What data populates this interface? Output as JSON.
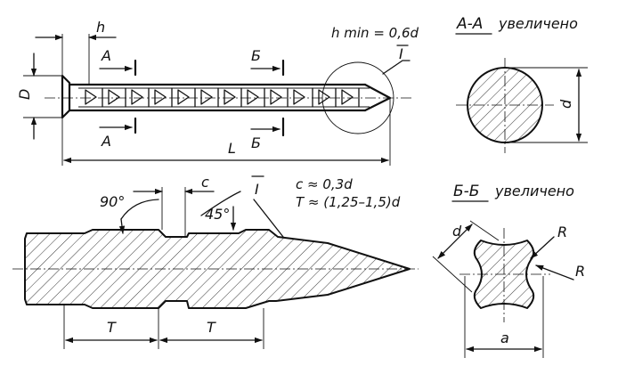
{
  "labels": {
    "h": "h",
    "h_min": "h min = 0,6d",
    "section_AA_title": "А-А",
    "section_AA_note": "увеличено",
    "section_BB_title": "Б-Б",
    "section_BB_note": "увеличено",
    "A_top": "А",
    "A_bottom": "А",
    "B_top": "Б",
    "B_bottom": "Б",
    "D": "D",
    "L": "L",
    "detail_I_top": "I",
    "detail_I_bottom": "I",
    "d_AA": "d",
    "angle_90": "90°",
    "angle_45": "45°",
    "c": "c",
    "c_formula": "c ≈ 0,3d",
    "T_formula": "T ≈ (1,25–1,5)d",
    "T_left": "T",
    "T_right": "T",
    "d_BB": "d",
    "R_top": "R",
    "R_right": "R",
    "a": "a"
  }
}
